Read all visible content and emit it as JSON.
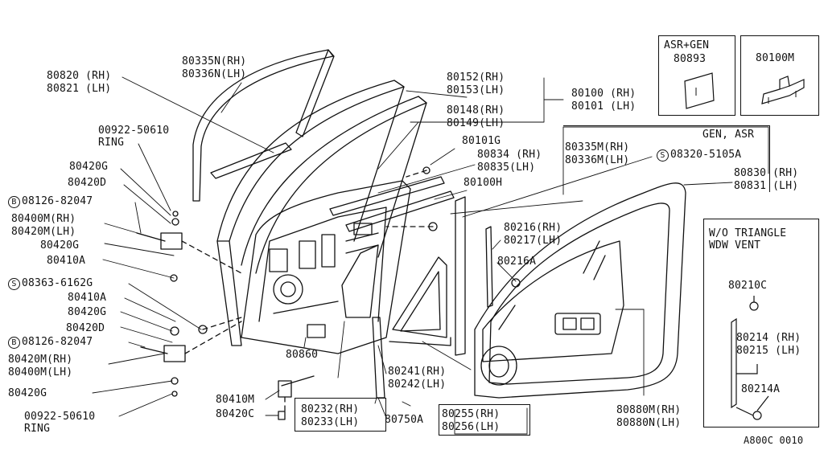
{
  "parts": {
    "p80820": "80820 (RH)",
    "p80821": "80821 (LH)",
    "p80335N": "80335N(RH)",
    "p80336N": "80336N(LH)",
    "p00922a": "00922-50610",
    "ring_a": "RING",
    "p80420G_a": "80420G",
    "p80420D_a": "80420D",
    "b08126_a_code": "B",
    "b08126_a": "08126-82047",
    "p80400M_a": "80400M(RH)",
    "p80420M_a": "80420M(LH)",
    "p80420G_b": "80420G",
    "p80410A_a": "80410A",
    "s08363_code": "S",
    "s08363": "08363-6162G",
    "p80410A_b": "80410A",
    "p80420G_c": "80420G",
    "p80420D_b": "80420D",
    "b08126_b_code": "B",
    "b08126_b": "08126-82047",
    "p80420M_b": "80420M(RH)",
    "p80400M_b": "80400M(LH)",
    "p80420G_d": "80420G",
    "p00922b": "00922-50610",
    "ring_b": "RING",
    "p80152": "80152(RH)",
    "p80153": "80153(LH)",
    "p80100": "80100 (RH)",
    "p80101": "80101 (LH)",
    "p80148": "80148(RH)",
    "p80149": "80149(LH)",
    "p80101G": "80101G",
    "p80834": "80834 (RH)",
    "p80835": "80835(LH)",
    "p80100H": "80100H",
    "gen_asr": "GEN, ASR",
    "p80335M": "80335M(RH)",
    "p80336M": "80336M(LH)",
    "s08320_code": "S",
    "s08320": "08320-5105A",
    "p80830": "80830 (RH)",
    "p80831": "80831 (LH)",
    "p80216": "80216(RH)",
    "p80217": "80217(LH)",
    "p80216A": "80216A",
    "p80860": "80860",
    "p80241": "80241(RH)",
    "p80242": "80242(LH)",
    "p80410M": "80410M",
    "p80420C": "80420C",
    "p80232": "80232(RH)",
    "p80233": "80233(LH)",
    "p80750A": "80750A",
    "p80255": "80255(RH)",
    "p80256": "80256(LH)",
    "p80880M": "80880M(RH)",
    "p80880N": "80880N(LH)"
  },
  "inset_asr": {
    "title": "ASR+GEN",
    "part": "80893"
  },
  "inset_m": {
    "part": "80100M"
  },
  "inset_vent": {
    "title1": "W/O TRIANGLE",
    "title2": "WDW VENT",
    "p80210C": "80210C",
    "p80214": "80214 (RH)",
    "p80215": "80215 (LH)",
    "p80214A": "80214A"
  },
  "diagram_code": "A800C 0010"
}
